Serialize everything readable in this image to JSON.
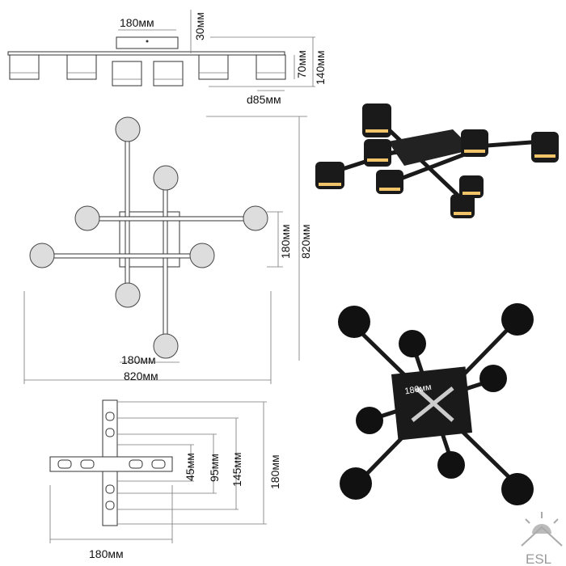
{
  "side_view": {
    "width_base": "180мм",
    "height_base": "30мм",
    "height_shade": "70мм",
    "height_total": "140мм",
    "diameter": "d85мм"
  },
  "top_view": {
    "base_size": "180мм",
    "total_height": "820мм",
    "base_width": "180мм",
    "total_width": "820мм"
  },
  "mount_plate": {
    "dim1": "45мм",
    "dim2": "95мм",
    "dim3": "145мм",
    "dim4": "180мм",
    "width": "180мм"
  },
  "photo_bottom": {
    "label": "180мм"
  },
  "logo": {
    "text": "ESL"
  },
  "colors": {
    "fixture": "#1a1a1a",
    "glow": "#f2c46a",
    "line": "#777777"
  }
}
